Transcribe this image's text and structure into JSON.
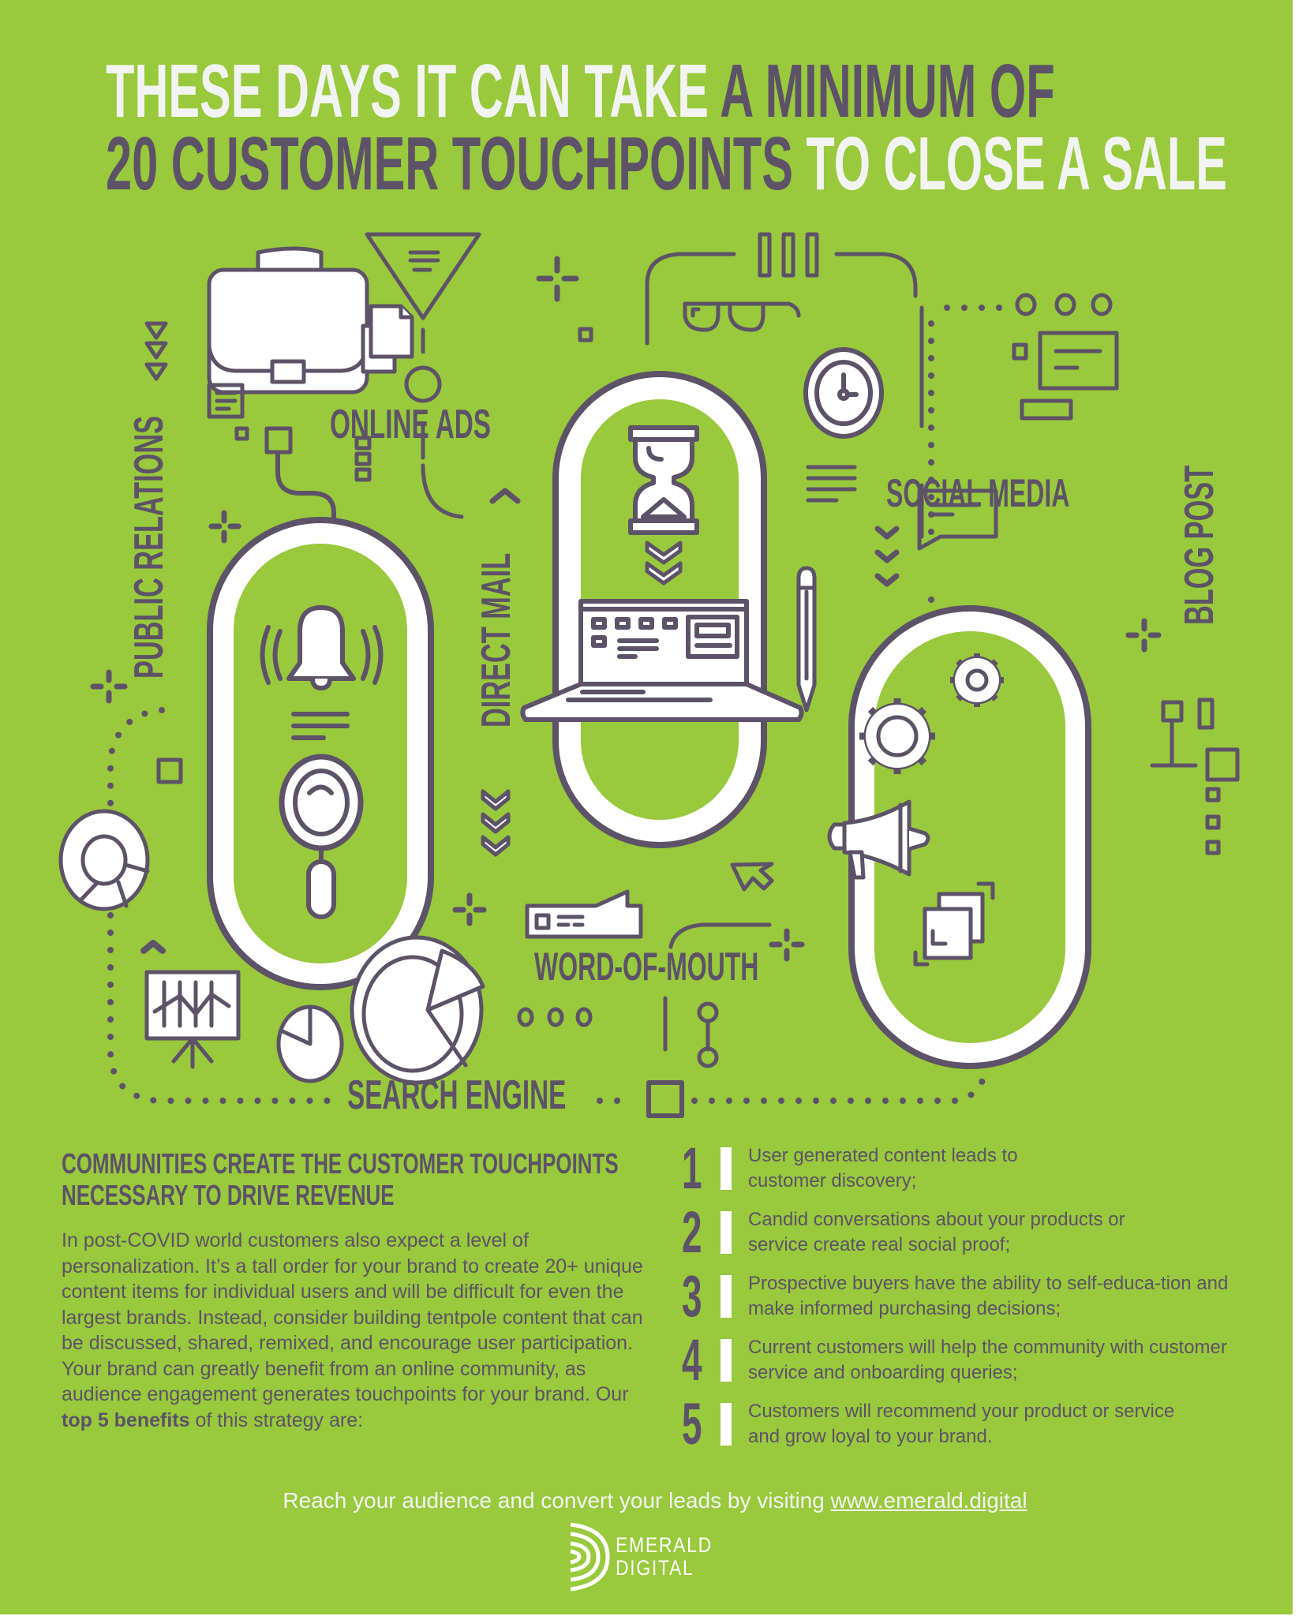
{
  "colors": {
    "background": "#99C93C",
    "accent_purple": "#5D5268",
    "white": "#F2F4F3"
  },
  "header": {
    "line1_white": "THESE DAYS IT CAN TAKE ",
    "line1_purple": "A MINIMUM OF",
    "line2_purple": "20 CUSTOMER TOUCHPOINTS ",
    "line2_white": "TO CLOSE A SALE"
  },
  "diagram": {
    "labels": {
      "public_relations": "PUBLIC RELATIONS",
      "online_ads": "ONLINE ADS",
      "direct_mail": "DIRECT MAIL",
      "social_media": "SOCIAL MEDIA",
      "blog_post": "BLOG POST",
      "word_of_mouth": "WORD-OF-MOUTH",
      "search_engine": "SEARCH ENGINE"
    },
    "icons": [
      "briefcase-icon",
      "funnel-icon",
      "documents-icon",
      "bell-icon",
      "magnifier-icon",
      "hourglass-icon",
      "laptop-icon",
      "clock-icon",
      "glasses-icon",
      "pencil-icon",
      "gears-icon",
      "megaphone-icon",
      "cursor-icon",
      "donut-chart-icon",
      "pie-chart-icon",
      "presentation-board-icon",
      "speech-bubble-icon",
      "browser-window-icon"
    ]
  },
  "section": {
    "subtitle_line1": "COMMUNITIES CREATE THE CUSTOMER TOUCHPOINTS",
    "subtitle_line2": "NECESSARY TO DRIVE REVENUE",
    "body_pre": "In post-COVID world customers also expect a level of personalization. It’s a tall order for your brand to create 20+ unique content items for individual users and will be difficult for even the largest brands. Instead,  consider building tentpole content that can be discussed, shared, remixed, and encourage user participation. Your brand can greatly benefit from an online community, as audience engagement generates touchpoints for your brand.  Our ",
    "body_bold": "top 5 benefits",
    "body_post": " of this strategy are:"
  },
  "benefits": [
    {
      "number": "1",
      "text": "User generated content leads to customer discovery;"
    },
    {
      "number": "2",
      "text": "Candid conversations about your products or service create real social proof;"
    },
    {
      "number": "3",
      "text": "Prospective buyers have the ability to self-educa-tion and make informed purchasing decisions;"
    },
    {
      "number": "4",
      "text": "Current customers will help the community with customer service and onboarding queries;"
    },
    {
      "number": "5",
      "text": "Customers will recommend your product or service and grow loyal to your brand."
    }
  ],
  "footer": {
    "cta_text": "Reach your audience and convert your leads by visiting ",
    "link_text": "www.emerald.digital"
  },
  "logo": {
    "line1": "EMERALD",
    "line2": "DIGITAL"
  }
}
